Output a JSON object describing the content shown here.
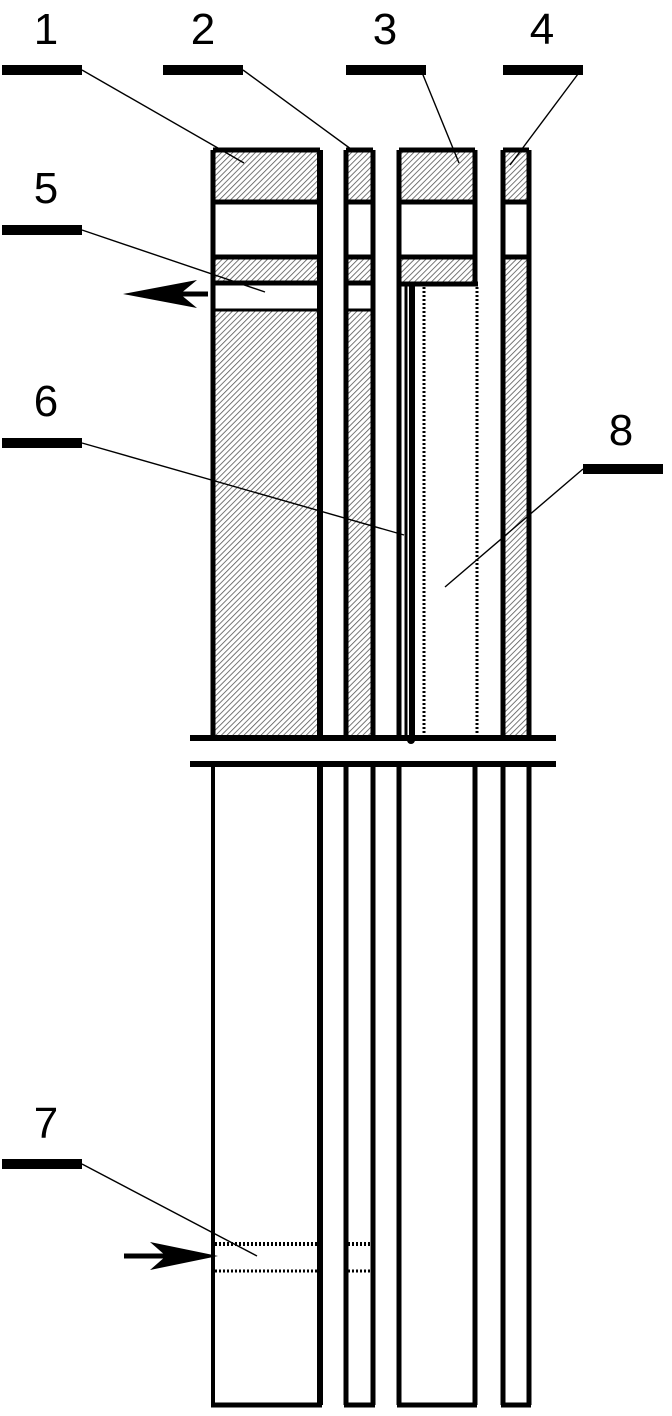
{
  "callouts": [
    {
      "id": "1",
      "label": "1"
    },
    {
      "id": "2",
      "label": "2"
    },
    {
      "id": "3",
      "label": "3"
    },
    {
      "id": "4",
      "label": "4"
    },
    {
      "id": "5",
      "label": "5"
    },
    {
      "id": "6",
      "label": "6"
    },
    {
      "id": "7",
      "label": "7"
    },
    {
      "id": "8",
      "label": "8"
    }
  ],
  "colors": {
    "line": "#000000",
    "background": "#ffffff",
    "hatch": "#555555"
  },
  "icons": {
    "outlet_arrow": "arrow-left-icon",
    "inlet_arrow": "arrow-right-icon"
  }
}
